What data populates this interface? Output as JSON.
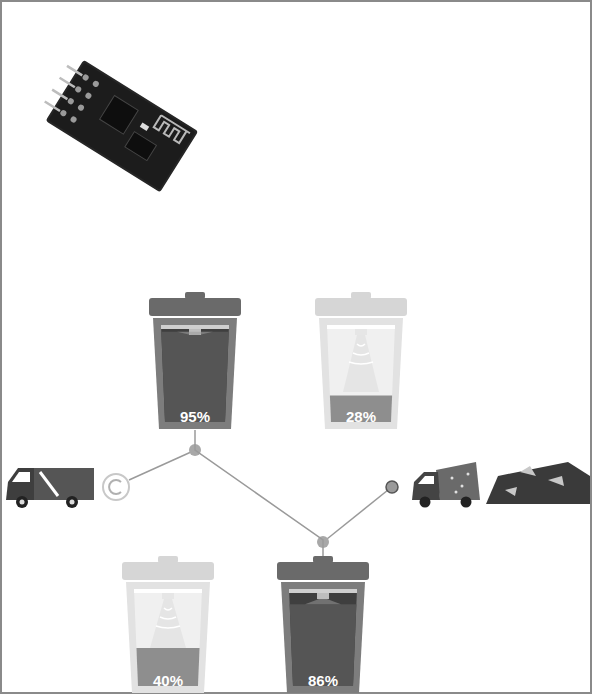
{
  "diagram": {
    "nodes": [
      {
        "text": [
          "95%"
        ]
      },
      {
        "text": [
          "28%"
        ]
      },
      {
        "text": [
          "40%"
        ]
      },
      {
        "text": [
          "86%"
        ]
      }
    ],
    "edges": [
      {
        "from": 0,
        "to": 3,
        "arrow": "none"
      }
    ]
  }
}
